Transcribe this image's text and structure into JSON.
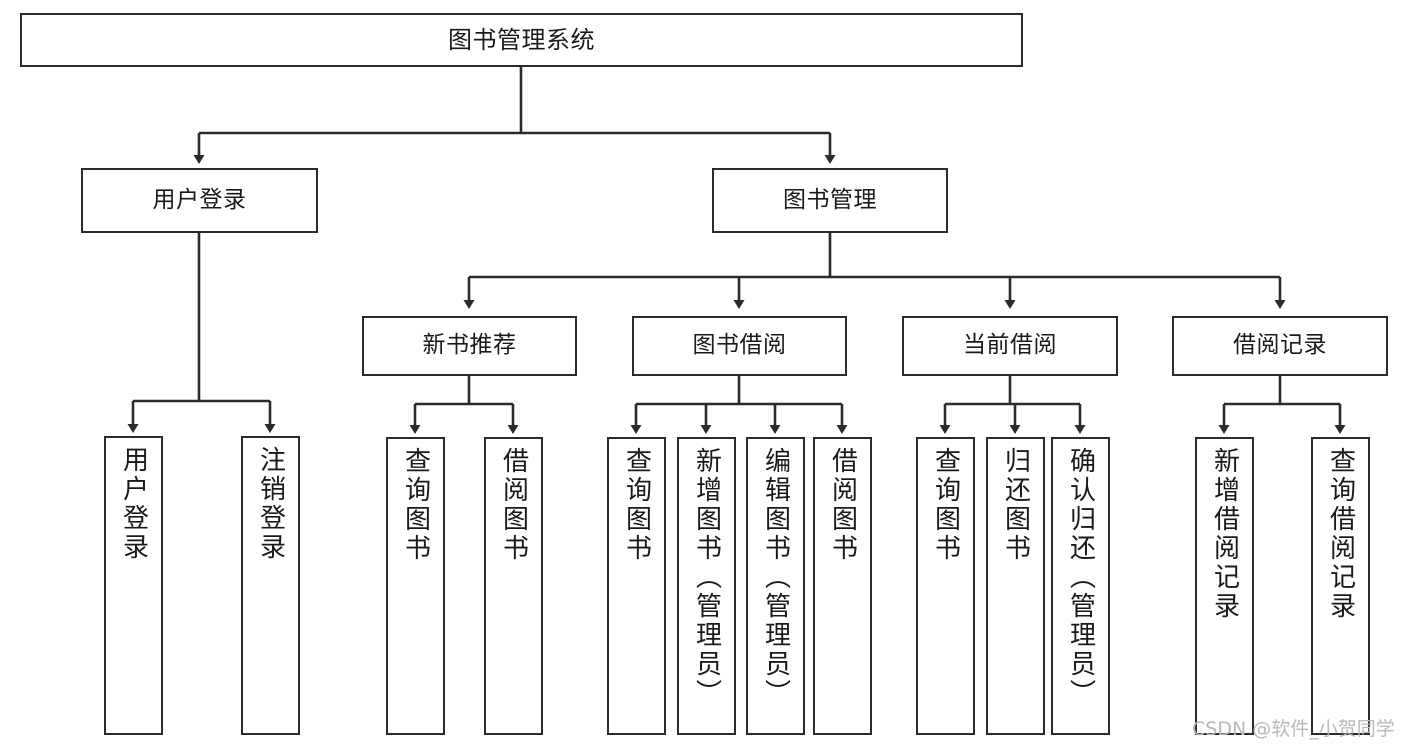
{
  "diagram": {
    "title": "图书管理系统",
    "type": "tree-hierarchy",
    "orientation": "top-down",
    "colors": {
      "box_border": "#2b2b2b",
      "box_fill": "#ffffff",
      "edge": "#2b2b2b",
      "text": "#1a1a1a",
      "watermark": "#b9b9b9",
      "background": "#ffffff"
    }
  },
  "nodes": {
    "root": {
      "label": "图书管理系统"
    },
    "level2": [
      {
        "label": "用户登录"
      },
      {
        "label": "图书管理"
      }
    ],
    "level3": [
      {
        "label": "新书推荐"
      },
      {
        "label": "图书借阅"
      },
      {
        "label": "当前借阅"
      },
      {
        "label": "借阅记录"
      }
    ],
    "leaves": {
      "user_login": [
        {
          "label": "用户登录"
        },
        {
          "label": "注销登录"
        }
      ],
      "new_book_recommend": [
        {
          "label": "查询图书"
        },
        {
          "label": "借阅图书"
        }
      ],
      "book_borrow": [
        {
          "label": "查询图书"
        },
        {
          "label": "新增图书（管理员）"
        },
        {
          "label": "编辑图书（管理员）"
        },
        {
          "label": "借阅图书"
        }
      ],
      "current_borrow": [
        {
          "label": "查询图书"
        },
        {
          "label": "归还图书"
        },
        {
          "label": "确认归还（管理员）"
        }
      ],
      "borrow_record": [
        {
          "label": "新增借阅记录"
        },
        {
          "label": "查询借阅记录"
        }
      ]
    }
  },
  "watermark": {
    "text": "CSDN @软件_小贺同学"
  }
}
